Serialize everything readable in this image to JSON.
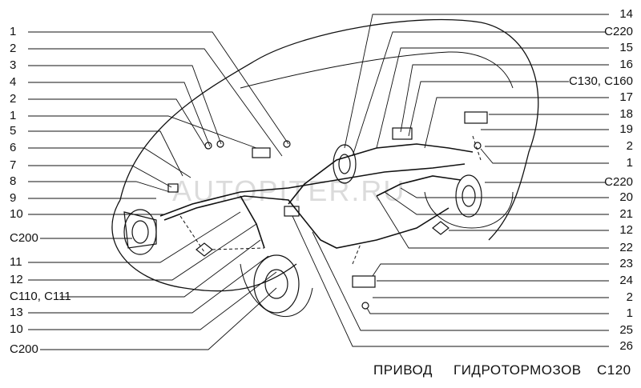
{
  "diagram": {
    "left_labels": [
      "1",
      "2",
      "3",
      "4",
      "2",
      "1",
      "5",
      "6",
      "7",
      "8",
      "9",
      "10",
      "C200",
      "11",
      "12",
      "C110, C111",
      "13",
      "10",
      "C200"
    ],
    "right_labels": [
      "14",
      "C220",
      "15",
      "16",
      "C130, C160",
      "17",
      "18",
      "19",
      "2",
      "1",
      "C220",
      "20",
      "21",
      "12",
      "22",
      "23",
      "24",
      "2",
      "1",
      "25",
      "26"
    ],
    "watermark": "AUTOPITER.RU",
    "footer": {
      "title": "ПРИВОД",
      "subtitle": "ГИДРОТОРМОЗОВ",
      "code": "С120"
    }
  }
}
